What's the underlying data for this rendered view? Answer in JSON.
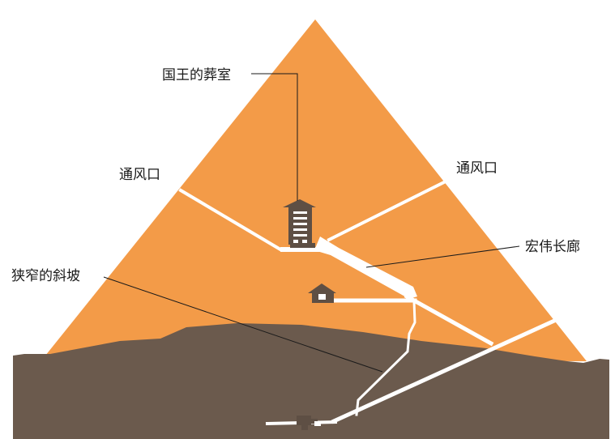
{
  "labels": {
    "kings_chamber": "国王的葬室",
    "air_shaft_left": "通风口",
    "air_shaft_right": "通风口",
    "grand_gallery": "宏伟长廊",
    "narrow_slope": "狭窄的斜坡"
  },
  "colors": {
    "pyramid": "#F39B48",
    "ground": "#6B5A4D",
    "passage": "#FFFFFF",
    "chamber": "#5E4F44",
    "leader_line": "#1A1A1A",
    "text": "#1A1A1A"
  }
}
